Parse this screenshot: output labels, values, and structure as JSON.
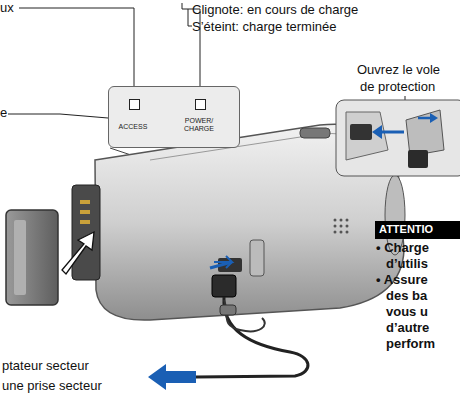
{
  "diagram": {
    "nodes": [
      {
        "text": [
          "ACCESS",
          "POWER/ CHARGE"
        ]
      },
      {
        "text": [
          "ATTENTIO"
        ]
      }
    ],
    "labels": [
      "ux",
      "Clignote: en cours de charge",
      "S’éteint: charge terminée",
      "Ouvrez le vole",
      "de protection",
      "e",
      "• Charge",
      "d’utilis",
      "• Assure",
      "des ba",
      "vous u",
      "d’autre",
      "perform",
      "ptateur secteur",
      "une prise secteur"
    ]
  }
}
